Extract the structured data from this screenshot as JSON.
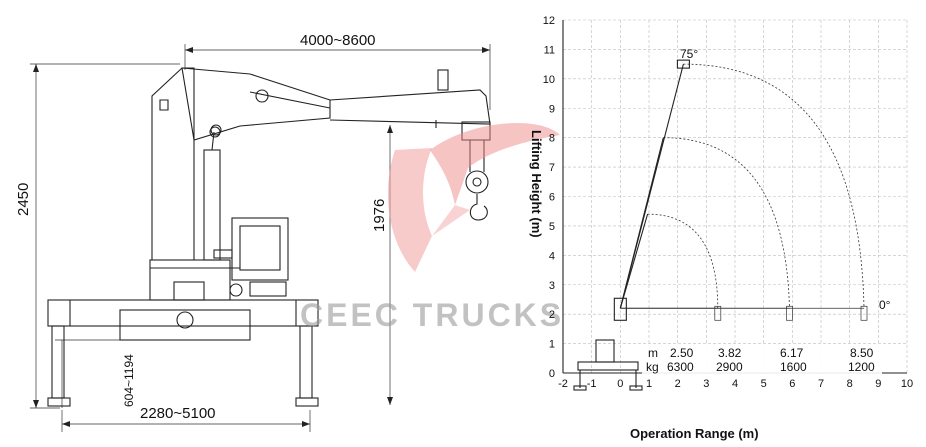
{
  "left_drawing": {
    "dim_boom_length": "4000~8600",
    "dim_total_height": "2450",
    "dim_hook_height": "1976",
    "dim_outrigger_height": "604~1194",
    "dim_outrigger_span": "2280~5100"
  },
  "watermark": {
    "text": "CEEC TRUCKS"
  },
  "chart": {
    "xlabel": "Operation Range (m)",
    "ylabel": "Lifting Height (m)",
    "xlim": [
      -2,
      10
    ],
    "ylim": [
      0,
      12
    ],
    "x_ticks": [
      "-2",
      "-1",
      "0",
      "1",
      "2",
      "3",
      "4",
      "5",
      "6",
      "7",
      "8",
      "9",
      "10"
    ],
    "y_ticks": [
      "0",
      "1",
      "2",
      "3",
      "4",
      "5",
      "6",
      "7",
      "8",
      "9",
      "10",
      "11",
      "12"
    ],
    "angle_max_label": "75°",
    "angle_min_label": "0°",
    "table": {
      "row1_label": "m",
      "row2_label": "kg",
      "ranges": [
        "2.50",
        "3.82",
        "6.17",
        "8.50"
      ],
      "loads": [
        "6300",
        "2900",
        "1600",
        "1200"
      ]
    }
  },
  "chart_data": {
    "type": "line",
    "title": "",
    "xlabel": "Operation Range (m)",
    "ylabel": "Lifting Height (m)",
    "xlim": [
      -2,
      10
    ],
    "ylim": [
      0,
      12
    ],
    "grid": true,
    "pivot": [
      0,
      2.2
    ],
    "series": [
      {
        "boom_tip_75deg": [
          0.95,
          5.4
        ],
        "boom_tip_0deg": [
          3.4,
          2.2
        ]
      },
      {
        "boom_tip_75deg": [
          1.5,
          8.0
        ],
        "boom_tip_0deg": [
          5.9,
          2.2
        ]
      },
      {
        "boom_tip_75deg": [
          2.2,
          10.5
        ],
        "boom_tip_0deg": [
          8.5,
          2.2
        ]
      }
    ],
    "load_table": {
      "range_m": [
        2.5,
        3.82,
        6.17,
        8.5
      ],
      "load_kg": [
        6300,
        2900,
        1600,
        1200
      ]
    }
  }
}
